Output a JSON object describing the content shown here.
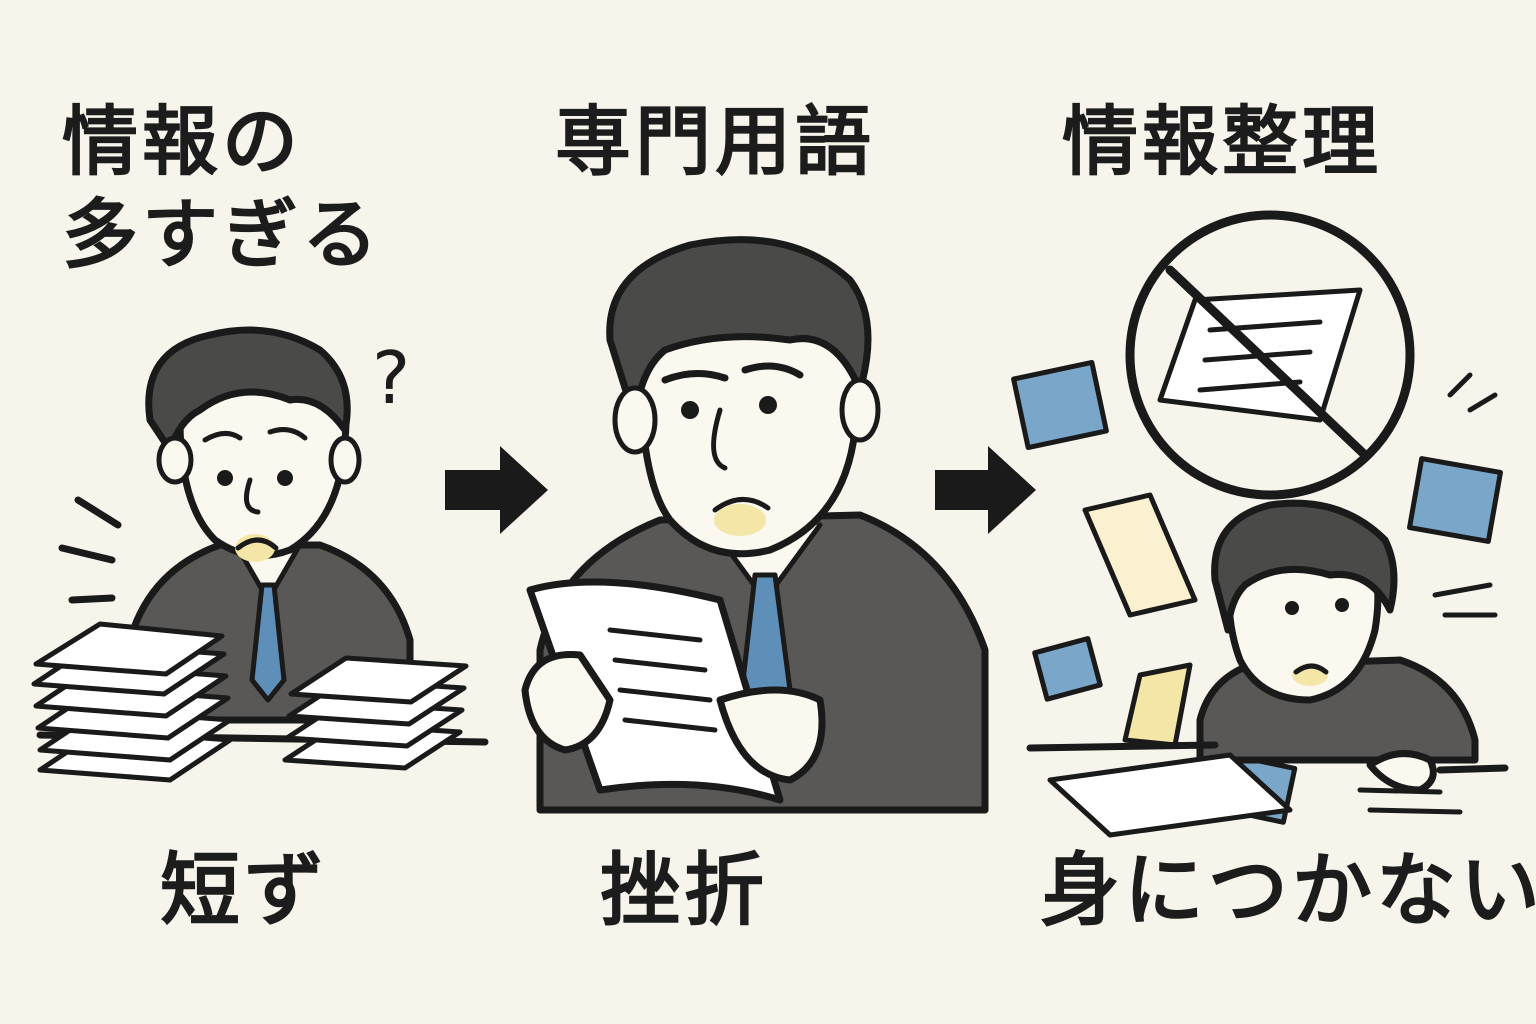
{
  "panels": [
    {
      "title": "情報の\n多すぎる",
      "caption": "短ず"
    },
    {
      "title": "専門用語",
      "caption": "挫折"
    },
    {
      "title": "情報整理",
      "caption": "身につかない"
    }
  ],
  "question_mark": "?",
  "colors": {
    "background": "#f7f4ec",
    "ink": "#1a1a1a",
    "suit": "#5a5856",
    "hair": "#4a4a48",
    "tie": "#5d8fb8",
    "skin": "#fbf8f0",
    "blush": "#f4e6a6",
    "note_blue": "#7aa6c9"
  }
}
